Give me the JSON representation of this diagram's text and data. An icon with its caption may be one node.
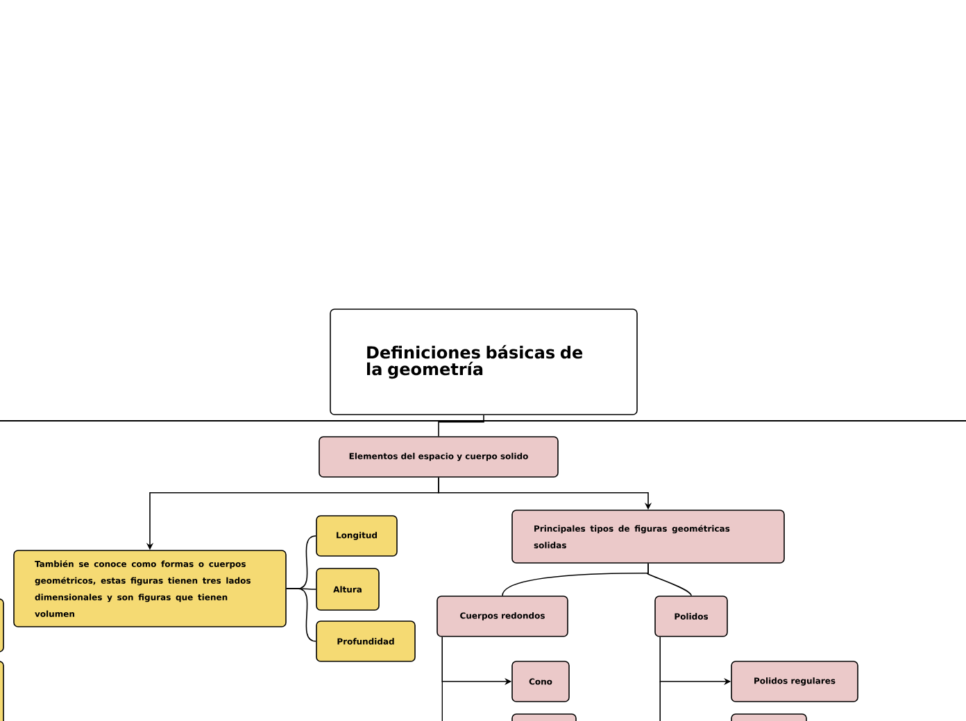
{
  "diagram": {
    "nodes": [
      {
        "text": [
          "Definiciones básicas de la geometría"
        ]
      },
      {
        "text": [
          "Elementos del espacio y cuerpo solido"
        ]
      },
      {
        "text": [
          "También se conoce como formas o cuerpos geométricos, estas figuras tienen tres lados dimensionales y son figuras que tienen volumen"
        ]
      },
      {
        "text": [
          "Longitud"
        ]
      },
      {
        "text": [
          "Altura"
        ]
      },
      {
        "text": [
          "Profundidad"
        ]
      },
      {
        "text": [
          "Principales tipos de figuras geométricas solidas"
        ]
      },
      {
        "text": [
          "Cuerpos redondos"
        ]
      },
      {
        "text": [
          "Polidos"
        ]
      },
      {
        "text": [
          "Cono"
        ]
      },
      {
        "text": [
          "Polidos regulares"
        ]
      },
      {
        "text": [],
        "shape": "box"
      },
      {
        "text": [],
        "shape": "box"
      }
    ],
    "edges": [
      {
        "from": 0,
        "to": 1,
        "arrow": "none"
      },
      {
        "from": 1,
        "to": 2,
        "arrow": "to"
      },
      {
        "from": 1,
        "to": 6,
        "arrow": "to"
      },
      {
        "from": 2,
        "to": 3,
        "arrow": "none"
      },
      {
        "from": 2,
        "to": 4,
        "arrow": "none"
      },
      {
        "from": 2,
        "to": 5,
        "arrow": "none"
      },
      {
        "from": 6,
        "to": 7,
        "arrow": "none"
      },
      {
        "from": 6,
        "to": 8,
        "arrow": "none"
      },
      {
        "from": 7,
        "to": 9,
        "arrow": "to"
      },
      {
        "from": 8,
        "to": 10,
        "arrow": "to"
      }
    ]
  }
}
